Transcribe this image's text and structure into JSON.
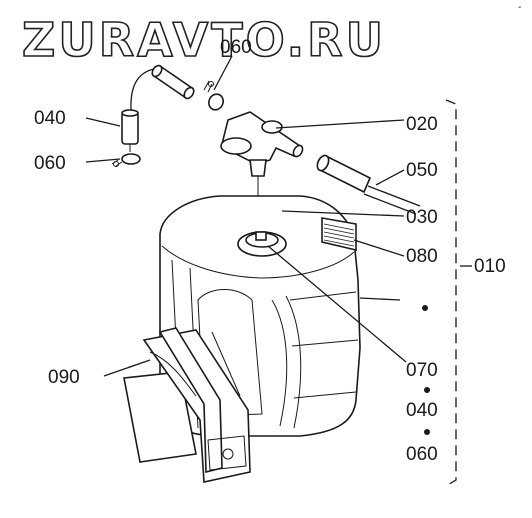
{
  "watermark": "ZURAVTO.RU",
  "corner_mark": "-",
  "labels": {
    "p020": "020",
    "p040a": "040",
    "p060a": "060",
    "p060b": "060",
    "p050": "050",
    "p030": "030",
    "p080": "080",
    "p010": "010",
    "p090": "090",
    "p070": "070",
    "p040b": "040",
    "p060c": "060"
  }
}
